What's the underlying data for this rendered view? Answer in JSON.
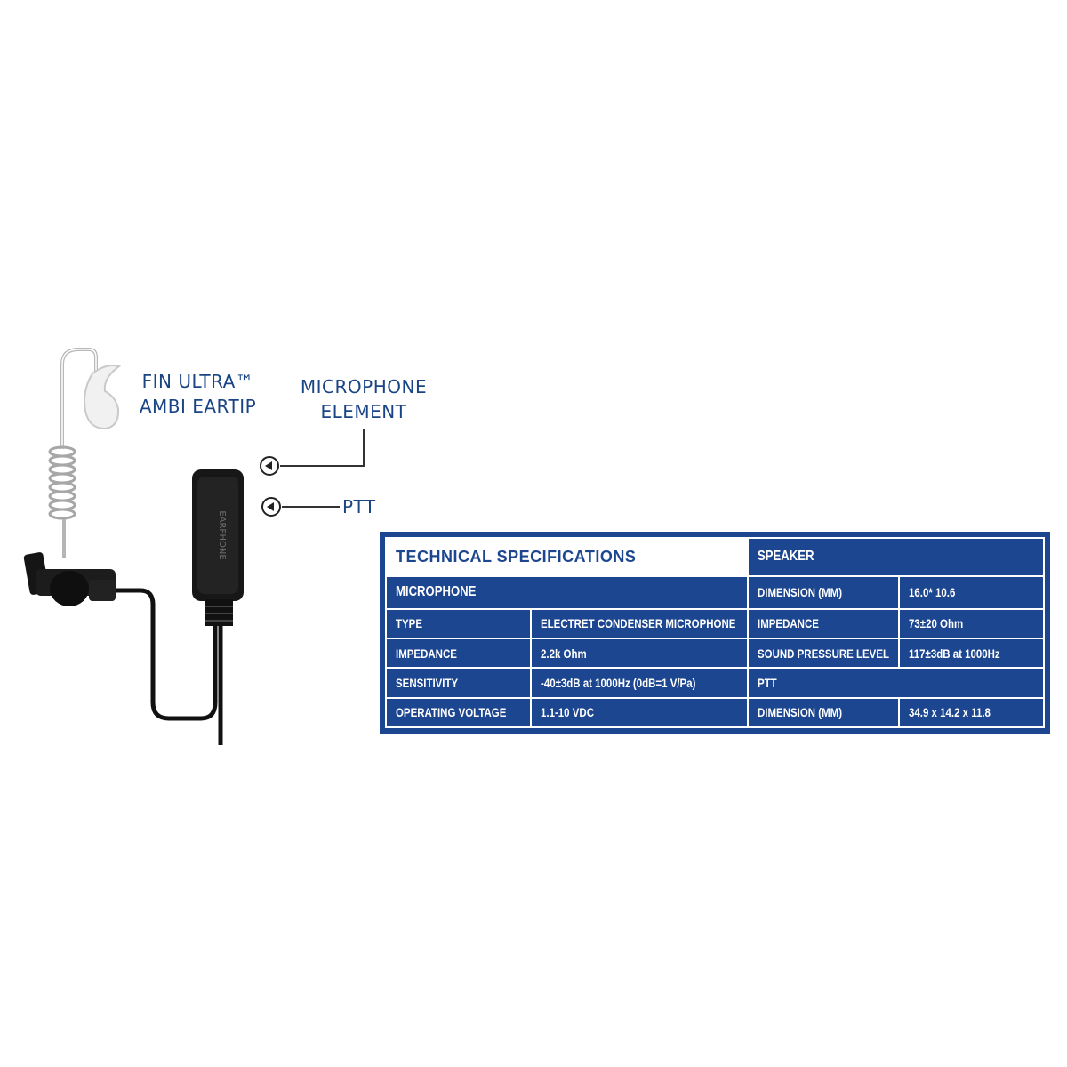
{
  "callouts": {
    "eartip": [
      "FIN ULTRA™",
      "AMBI EARTIP"
    ],
    "microphone": [
      "MICROPHONE",
      "ELEMENT"
    ],
    "ptt": "PTT"
  },
  "colors": {
    "brand_blue": "#1d4690",
    "label_blue": "#1a4585",
    "cable": "#111111"
  },
  "icons": {
    "arrow": "left-arrow-circle-icon"
  },
  "specs": {
    "title": "TECHNICAL SPECIFICATIONS",
    "speaker_heading": "SPEAKER",
    "microphone_heading": "MICROPHONE",
    "ptt_heading": "PTT",
    "microphone": [
      {
        "label": "TYPE",
        "value": "ELECTRET CONDENSER MICROPHONE"
      },
      {
        "label": "IMPEDANCE",
        "value": "2.2k Ohm"
      },
      {
        "label": "SENSITIVITY",
        "value": "-40±3dB at 1000Hz (0dB=1 V/Pa)"
      },
      {
        "label": "OPERATING VOLTAGE",
        "value": "1.1-10 VDC"
      }
    ],
    "speaker": [
      {
        "label": "DIMENSION (MM)",
        "value": "16.0* 10.6"
      },
      {
        "label": "IMPEDANCE",
        "value": "73±20 Ohm"
      },
      {
        "label": "SOUND PRESSURE LEVEL",
        "value": "117±3dB at 1000Hz"
      }
    ],
    "ptt": [
      {
        "label": "DIMENSION (MM)",
        "value": "34.9 x 14.2 x 11.8"
      }
    ]
  }
}
